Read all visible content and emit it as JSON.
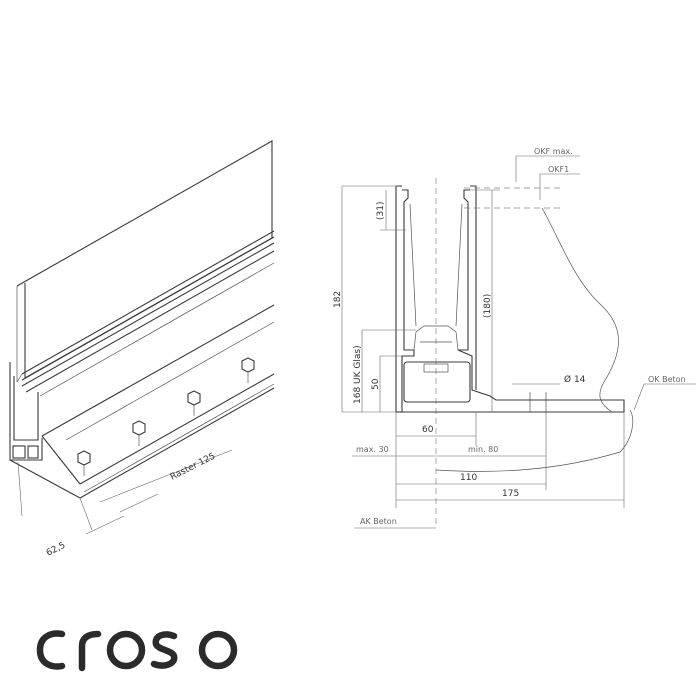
{
  "brand": {
    "name": "croso"
  },
  "iso_view": {
    "raster_label": "Raster 125",
    "edge_label": "62,5"
  },
  "section_view": {
    "okf_max": "OKF max.",
    "okf1": "OKF1",
    "ok_beton": "OK Beton",
    "ak_beton": "AK Beton",
    "dim_182": "182",
    "dim_31": "(31)",
    "dim_180": "(180)",
    "dim_168": "168  UK Glas)",
    "dim_50": "50",
    "dim_60": "60",
    "dim_max30": "max. 30",
    "dim_min80": "min. 80",
    "dim_110": "110",
    "dim_175": "175",
    "hole": "Ø 14"
  },
  "colors": {
    "line": "#3a3a3a",
    "dimension": "#666666",
    "logo": "#2b2b2b"
  }
}
